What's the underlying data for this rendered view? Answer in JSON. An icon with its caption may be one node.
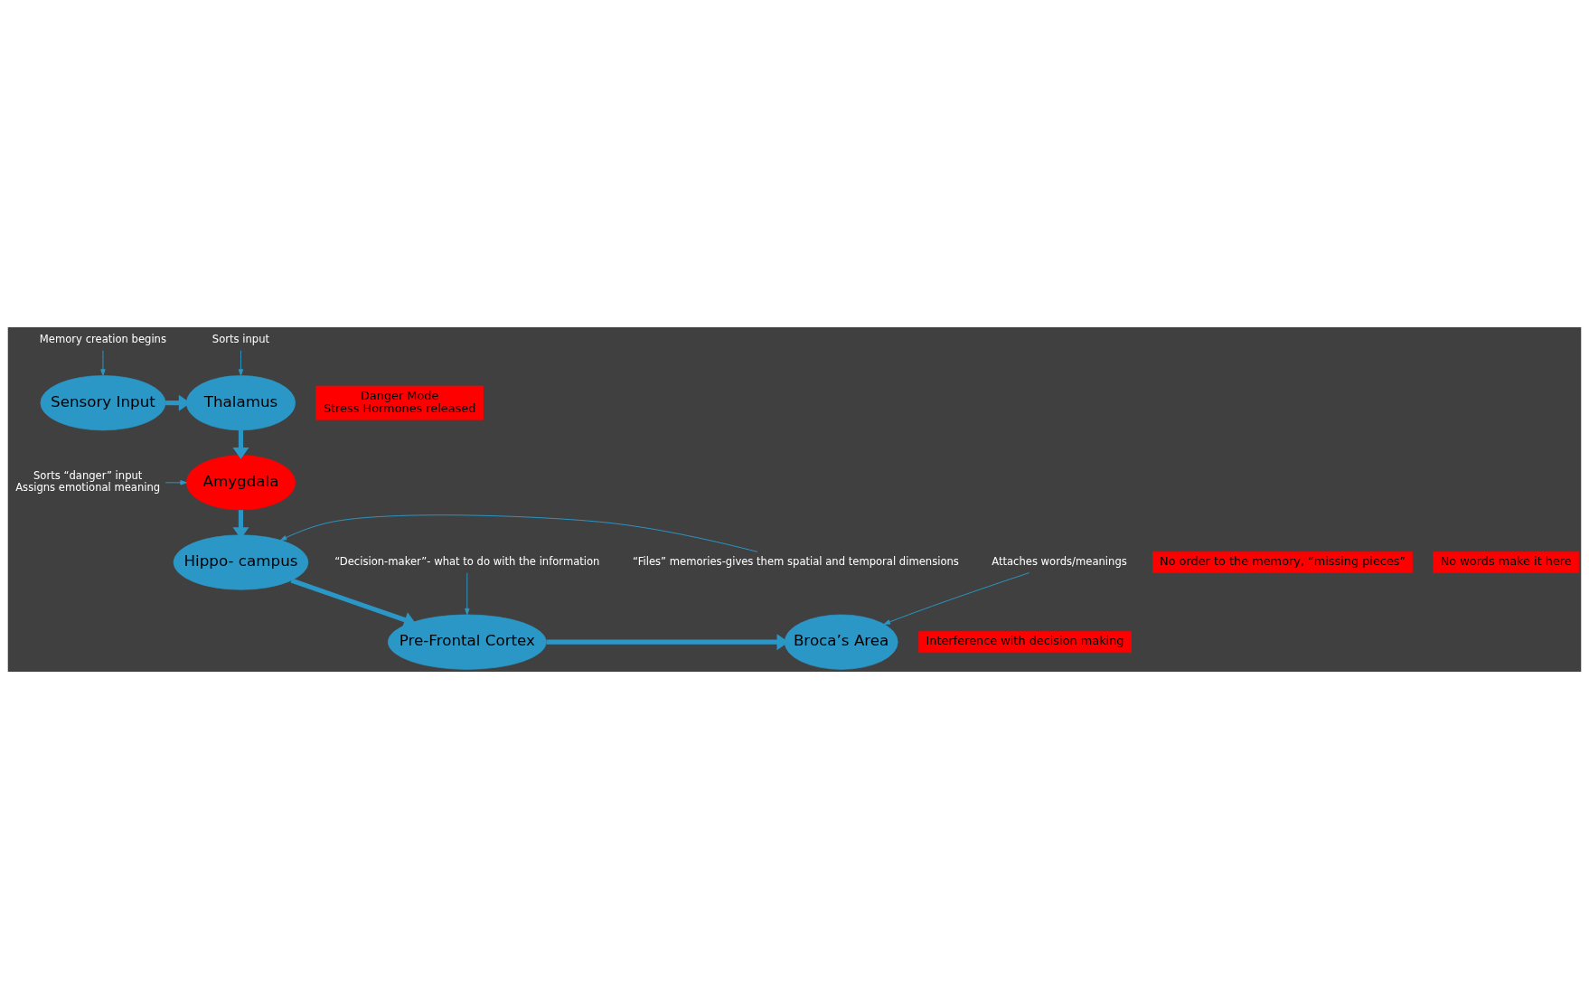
{
  "diagram": {
    "nodes": [
      {
        "text": [
          "Sensory Input"
        ]
      },
      {
        "text": [
          "Thalamus"
        ]
      },
      {
        "text": [
          "Amygdala"
        ]
      },
      {
        "text": [
          "Hippo- campus"
        ]
      },
      {
        "text": [
          "Pre-Frontal Cortex"
        ]
      },
      {
        "text": [
          "Broca’s Area"
        ]
      },
      {
        "text": [
          "Memory creation begins"
        ]
      },
      {
        "text": [
          "Sorts input"
        ]
      },
      {
        "text": [
          "Sorts “danger” input",
          "Assigns emotional meaning"
        ]
      },
      {
        "text": [
          "“Files” memories-gives them spatial and temporal dimensions"
        ]
      },
      {
        "text": [
          "Attaches words/meanings"
        ]
      },
      {
        "text": [
          "“Decision-maker”- what to do with the information"
        ]
      },
      {
        "text": [
          "Danger Mode",
          "Stress Hormones released"
        ]
      },
      {
        "text": [
          "No order to the memory, “missing pieces”"
        ]
      },
      {
        "text": [
          "Interference with decision making"
        ]
      },
      {
        "text": [
          "No words make it here"
        ]
      }
    ],
    "edges": [
      {
        "from": 0,
        "to": 1,
        "arrow": "to",
        "style": "thick"
      },
      {
        "from": 1,
        "to": 2,
        "arrow": "to",
        "style": "thick"
      },
      {
        "from": 2,
        "to": 3,
        "arrow": "to",
        "style": "thick"
      },
      {
        "from": 3,
        "to": 4,
        "arrow": "to",
        "style": "thick"
      },
      {
        "from": 4,
        "to": 5,
        "arrow": "to",
        "style": "thick"
      },
      {
        "from": 6,
        "to": 0,
        "arrow": "to"
      },
      {
        "from": 7,
        "to": 1,
        "arrow": "to"
      },
      {
        "from": 8,
        "to": 2,
        "arrow": "to"
      },
      {
        "from": 9,
        "to": 3,
        "arrow": "to"
      },
      {
        "from": 10,
        "to": 5,
        "arrow": "to"
      },
      {
        "from": 11,
        "to": 4,
        "arrow": "to"
      }
    ]
  }
}
